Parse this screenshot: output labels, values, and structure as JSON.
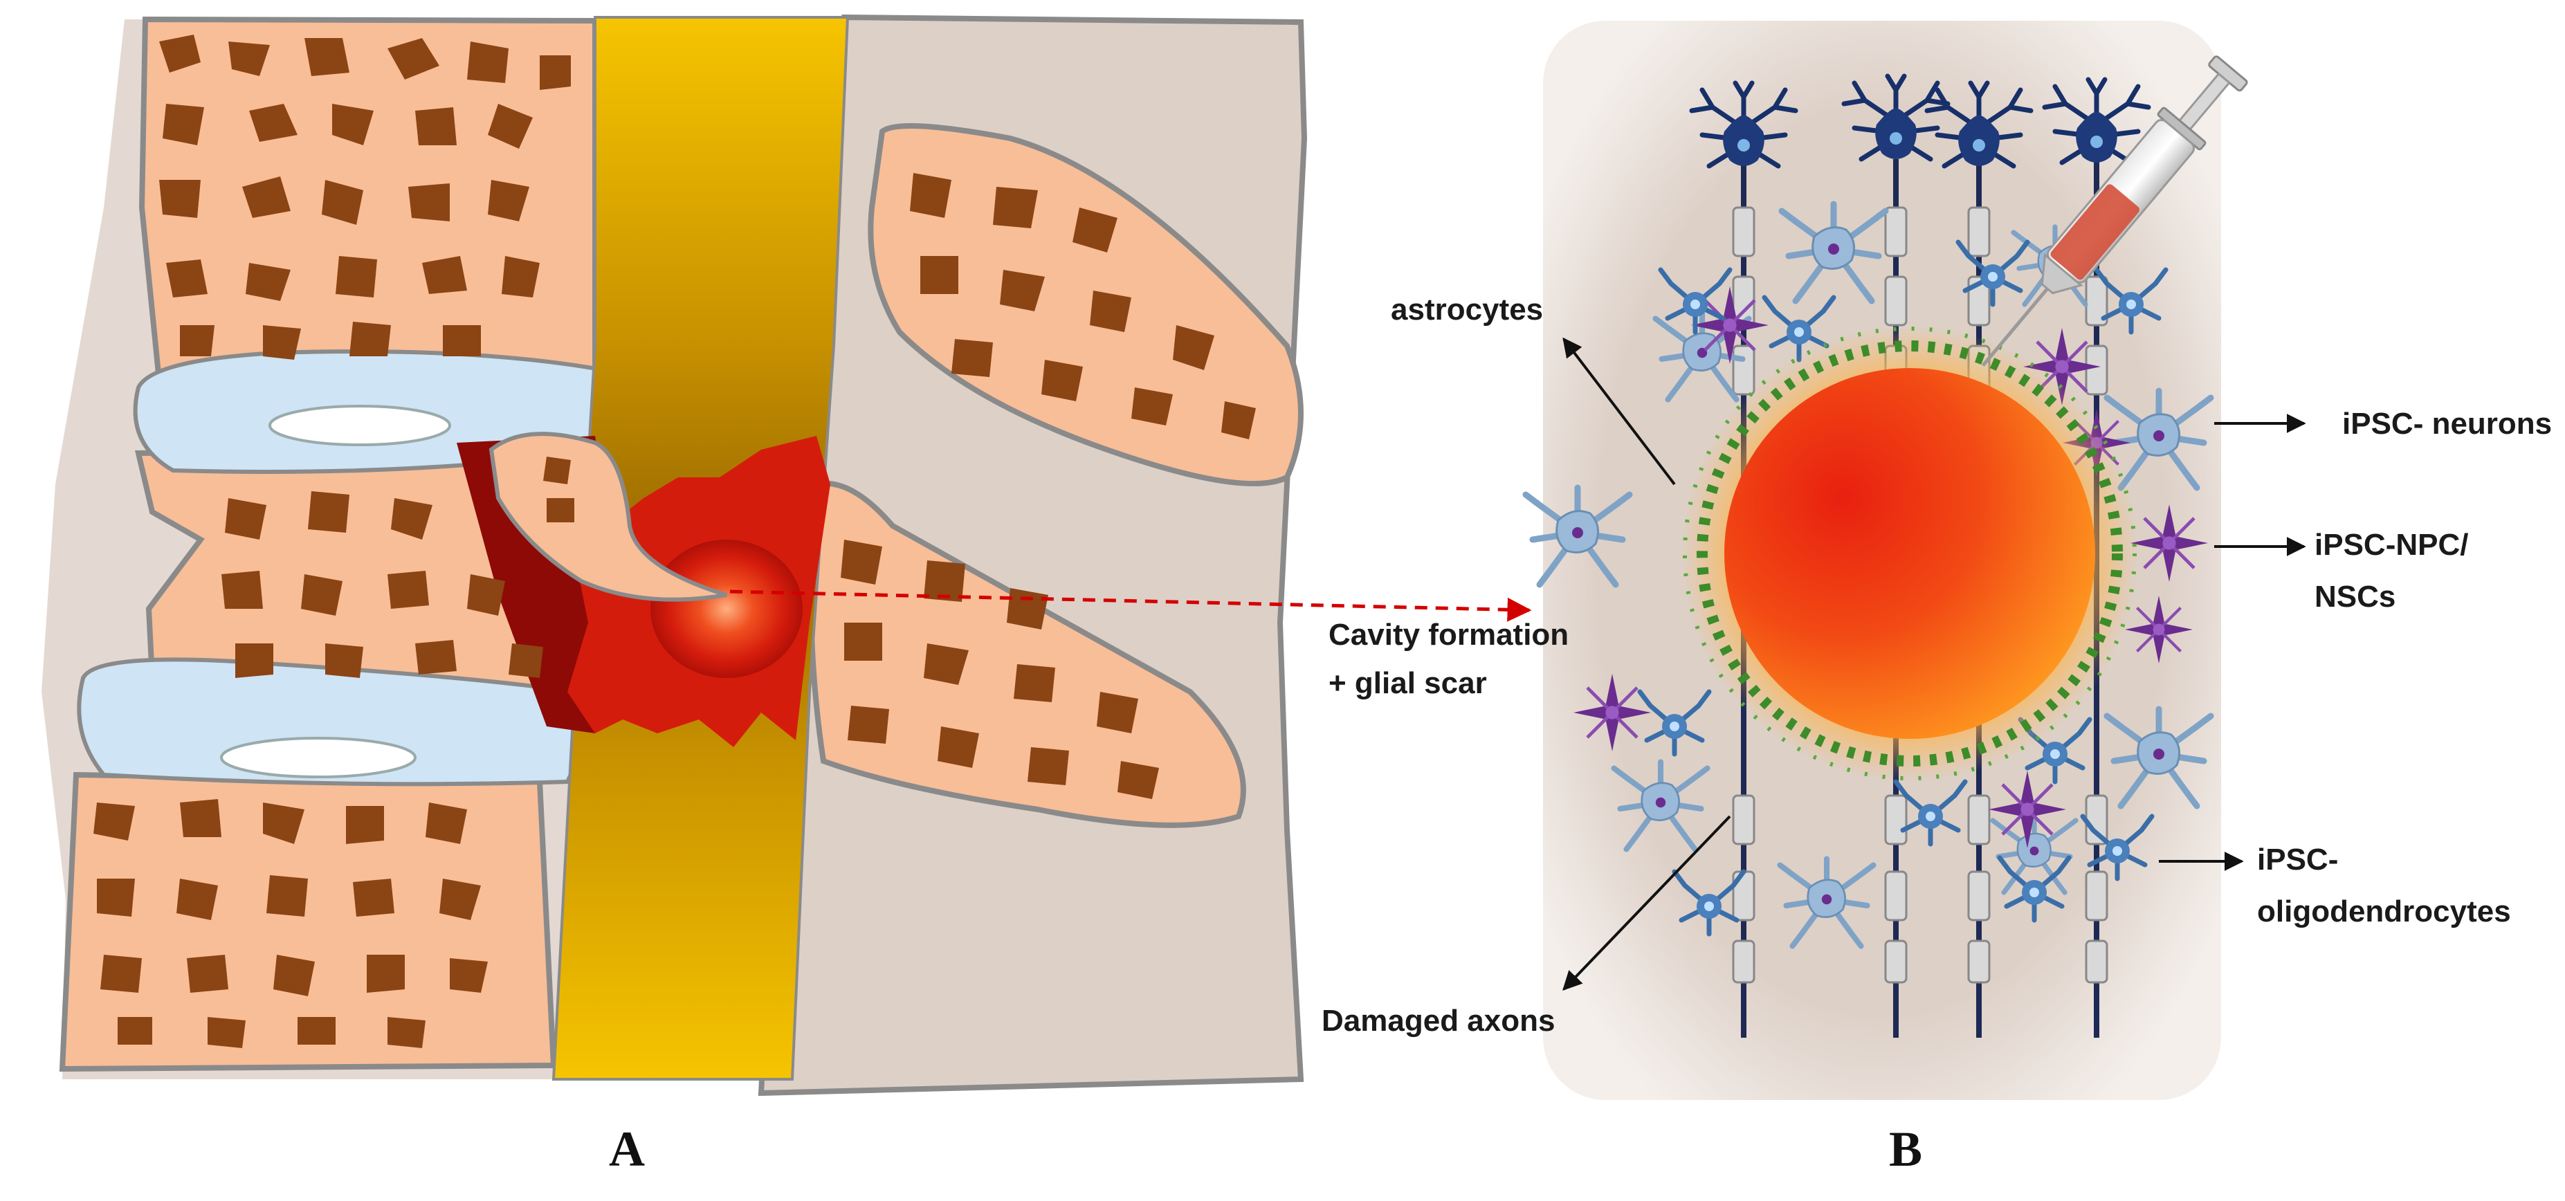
{
  "panels": {
    "a": {
      "letter": "A"
    },
    "b": {
      "letter": "B"
    }
  },
  "labels": {
    "astrocytes": "astrocytes",
    "ipsc_neurons": "iPSC- neurons",
    "ipsc_npc_line1": "iPSC-NPC/",
    "ipsc_npc_line2": "NSCs",
    "cavity_line1": "Cavity formation",
    "cavity_line2": "+ glial scar",
    "oligo_line1": "iPSC-",
    "oligo_line2": "oligodendrocytes",
    "damaged_axons": "Damaged axons"
  },
  "colors": {
    "bone_fill": "#F8BE98",
    "bone_spot": "#8B4413",
    "bone_outline": "#8a8a8a",
    "disc_fill": "#CFE4F4",
    "spinal_cord": "#F3B700",
    "injury_red": "#D41C0C",
    "injury_dark": "#8E0A06",
    "background_tissue": "#DDD0C7",
    "neuron_dark": "#17306A",
    "astrocyte_blue": "#7FA3C6",
    "npc_purple": "#6A2C8E",
    "glial_green": "#3C8C2A",
    "syringe_liquid": "#D4503A",
    "arrow_red": "#D40000",
    "arrow_black": "#111111"
  },
  "icons": [
    "syringe-icon",
    "neuron-icon",
    "astrocyte-icon",
    "npc-icon",
    "oligodendrocyte-icon",
    "axon-icon"
  ]
}
